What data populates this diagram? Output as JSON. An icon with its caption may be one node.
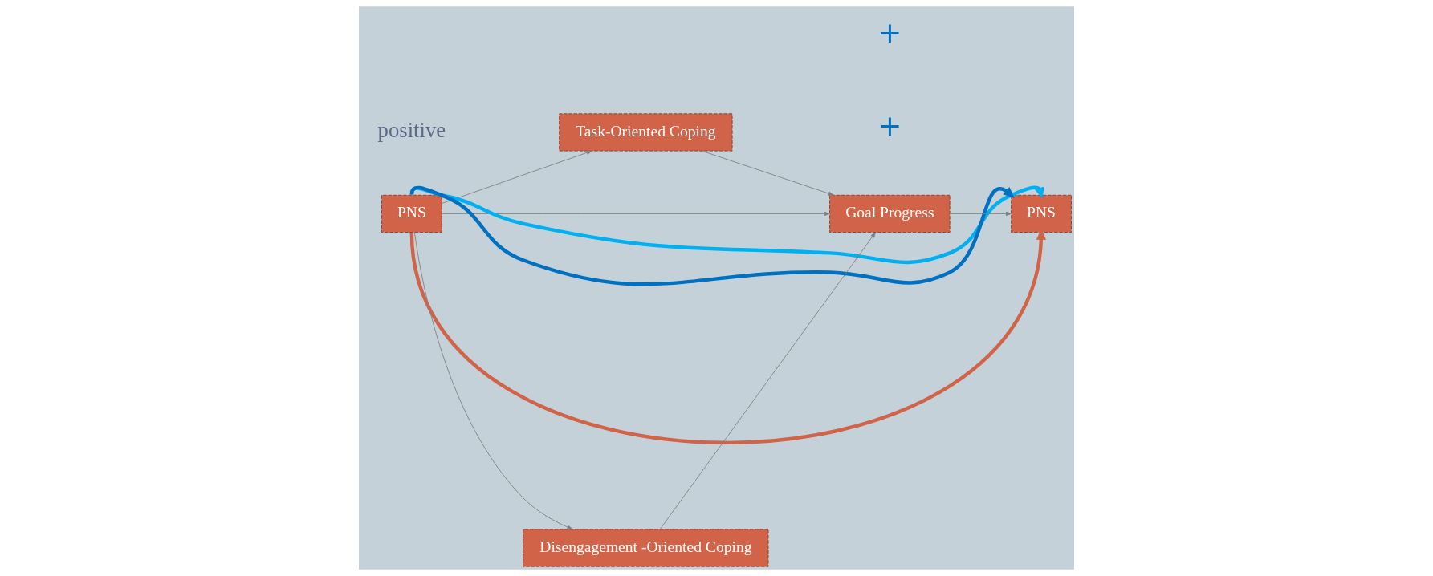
{
  "diagram": {
    "nodes": [
      {
        "text": [
          "PNS"
        ]
      },
      {
        "text": [
          "Task-Oriented Coping"
        ]
      },
      {
        "text": [
          "Goal Progress"
        ]
      },
      {
        "text": [
          "PNS"
        ]
      },
      {
        "text": [
          "Disengagement -Oriented Coping"
        ]
      }
    ],
    "edges": [
      {
        "from": 0,
        "to": 1,
        "arrow": "to"
      },
      {
        "from": 0,
        "to": 2,
        "arrow": "to"
      },
      {
        "from": 0,
        "to": 4,
        "arrow": "to"
      },
      {
        "from": 1,
        "to": 2,
        "arrow": "to"
      },
      {
        "from": 4,
        "to": 2,
        "arrow": "to"
      },
      {
        "from": 2,
        "to": 3,
        "arrow": "to"
      },
      {
        "from": 0,
        "to": 3,
        "arrow": "to",
        "style": "thick",
        "color": "#00b0f0"
      },
      {
        "from": 0,
        "to": 3,
        "arrow": "to",
        "style": "thick",
        "color": "#0070c0"
      },
      {
        "from": 0,
        "to": 3,
        "arrow": "to",
        "style": "thick",
        "color": "#d06348"
      }
    ],
    "labels": [
      "positive",
      "+",
      "+"
    ]
  }
}
